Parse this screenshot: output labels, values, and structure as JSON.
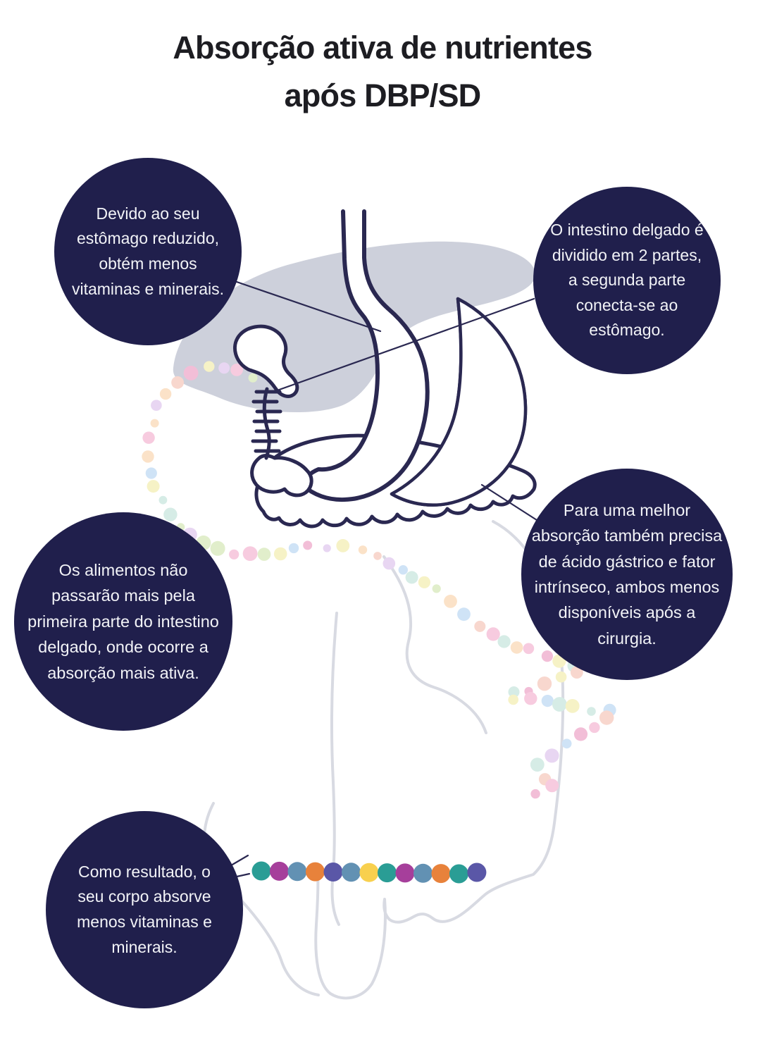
{
  "title": {
    "line1": "Absorção ativa de nutrientes",
    "line2": "após DBP/SD"
  },
  "bubbles": [
    {
      "id": "reduced-stomach",
      "text": "Devido ao seu estômago reduzido, obtém menos vitaminas e minerais."
    },
    {
      "id": "divided-intestine",
      "text": "O intestino delgado é dividido em 2 partes, a segunda parte conecta-se ao estômago."
    },
    {
      "id": "bypassed-first-part",
      "text": "Os alimentos não passarão mais pela primeira parte do intestino delgado, onde ocorre a absorção mais ativa."
    },
    {
      "id": "gastric-acid",
      "text": "Para uma melhor absorção também precisa de ácido gástrico e fator intrínseco, ambos menos disponíveis após a cirurgia."
    },
    {
      "id": "result",
      "text": "Como resultado, o seu corpo absorve menos vitaminas e minerais."
    }
  ],
  "colors": {
    "title": "#1d1d22",
    "bubble": "#201f4c",
    "bubble_text": "#f2f3f7",
    "ink": "#2a2851",
    "black": "#141414",
    "liver": "#cdd0db",
    "ghost": "#d8dae2",
    "cream": "#fffdf8",
    "paper": "#ffffff"
  },
  "nutrient_dots": {
    "pastel_palette": [
      "#f7cbdf",
      "#f2bed7",
      "#cfe3f6",
      "#f6f2c6",
      "#e1eecb",
      "#fbe2c8",
      "#e8d6f2",
      "#d6ece6",
      "#f8d7ce"
    ],
    "bright_palette": {
      "teal": "#2a9d95",
      "magenta": "#a63f9b",
      "blue": "#6291b3",
      "orange": "#e8823b",
      "indigo": "#5a57a7",
      "yellow": "#f8d04e"
    },
    "channel_sequence": [
      "teal",
      "magenta",
      "blue",
      "orange",
      "indigo",
      "blue",
      "yellow",
      "teal",
      "magenta",
      "blue",
      "orange",
      "teal",
      "indigo"
    ]
  }
}
